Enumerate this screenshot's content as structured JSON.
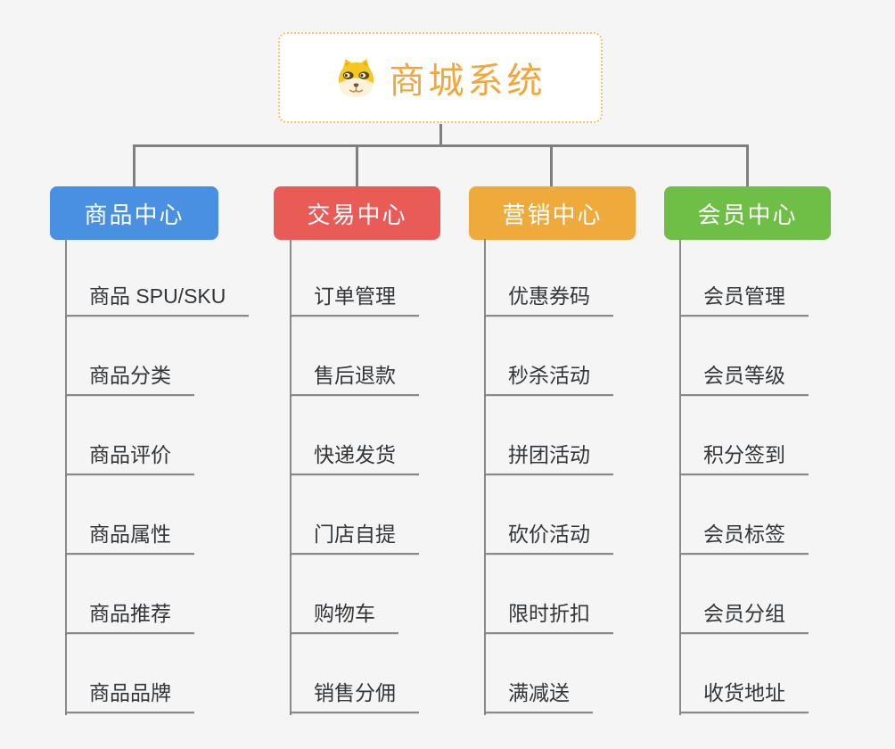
{
  "page": {
    "background": "#f5f5f6",
    "connector_color": "#7f7f7f"
  },
  "root": {
    "title": "商城系统",
    "icon": "dog-face-icon",
    "text_color": "#f1a73e",
    "border_color": "#f3c271"
  },
  "branches": [
    {
      "label": "商品中心",
      "color": "#4a90e2",
      "children": [
        "商品 SPU/SKU",
        "商品分类",
        "商品评价",
        "商品属性",
        "商品推荐",
        "商品品牌"
      ]
    },
    {
      "label": "交易中心",
      "color": "#e85b57",
      "children": [
        "订单管理",
        "售后退款",
        "快递发货",
        "门店自提",
        "购物车",
        "销售分佣"
      ]
    },
    {
      "label": "营销中心",
      "color": "#eeab3c",
      "children": [
        "优惠券码",
        "秒杀活动",
        "拼团活动",
        "砍价活动",
        "限时折扣",
        "满减送"
      ]
    },
    {
      "label": "会员中心",
      "color": "#6fbf47",
      "children": [
        "会员管理",
        "会员等级",
        "积分签到",
        "会员标签",
        "会员分组",
        "收货地址"
      ]
    }
  ]
}
